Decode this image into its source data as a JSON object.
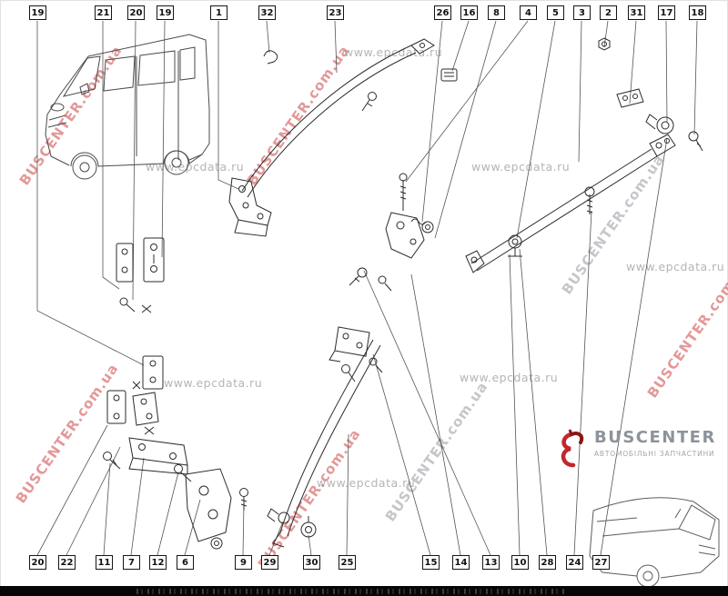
{
  "callouts": {
    "top": [
      {
        "label": "19"
      },
      {
        "label": "21"
      },
      {
        "label": "20"
      },
      {
        "label": "19"
      },
      {
        "label": "1"
      },
      {
        "label": "32"
      },
      {
        "label": "23"
      },
      {
        "label": "26"
      },
      {
        "label": "16"
      },
      {
        "label": "8"
      },
      {
        "label": "4"
      },
      {
        "label": "5"
      },
      {
        "label": "3"
      },
      {
        "label": "2"
      },
      {
        "label": "31"
      },
      {
        "label": "17"
      },
      {
        "label": "18"
      }
    ],
    "bottom": [
      {
        "label": "20"
      },
      {
        "label": "22"
      },
      {
        "label": "11"
      },
      {
        "label": "7"
      },
      {
        "label": "12"
      },
      {
        "label": "6"
      },
      {
        "label": "9"
      },
      {
        "label": "29"
      },
      {
        "label": "30"
      },
      {
        "label": "25"
      },
      {
        "label": "15"
      },
      {
        "label": "14"
      },
      {
        "label": "13"
      },
      {
        "label": "10"
      },
      {
        "label": "28"
      },
      {
        "label": "24"
      },
      {
        "label": "27"
      }
    ]
  },
  "watermarks": {
    "buscenter": "BUSCENTER.com.ua",
    "epcdata": "www.epcdata.ru"
  },
  "logo": {
    "brand": "BUSCENTER",
    "tagline": "АВТОМОБІЛЬНІ ЗАПЧАСТИНИ",
    "accent_color": "#c1272d"
  }
}
